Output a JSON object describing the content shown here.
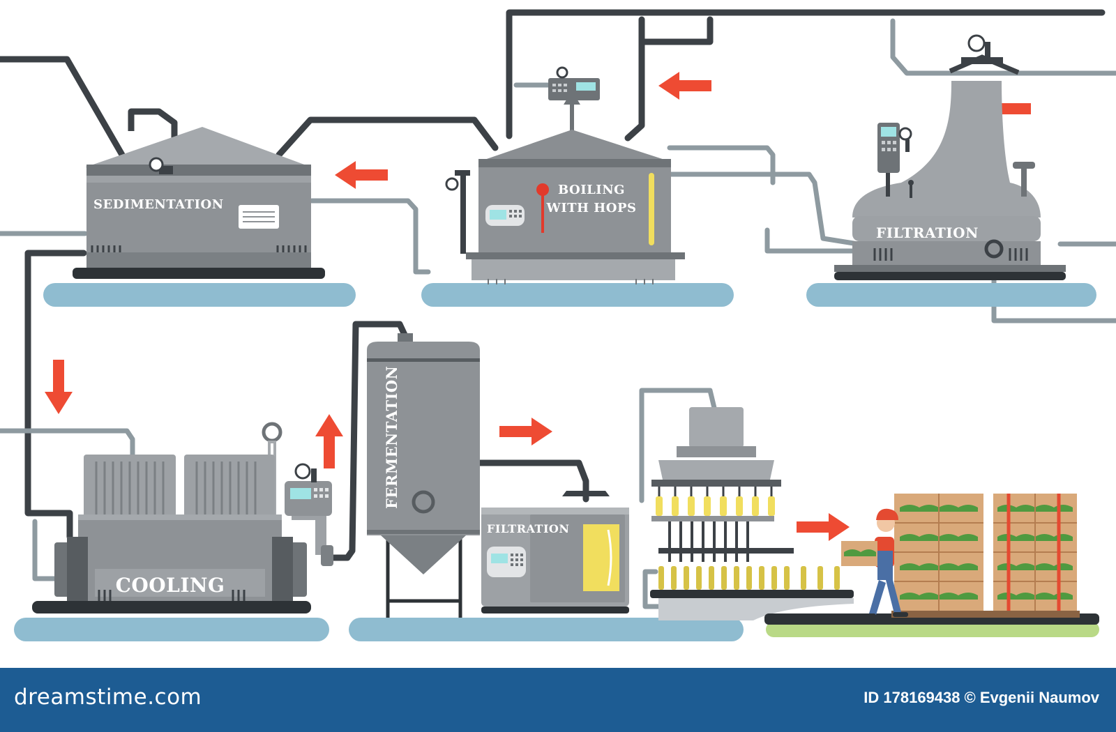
{
  "stages": {
    "sedimentation": "SEDIMENTATION",
    "boiling_line1": "BOILING",
    "boiling_line2": "WITH HOPS",
    "filtration_top": "FILTRATION",
    "cooling": "COOLING",
    "fermentation": "FERMENTATION",
    "filtration_bottom": "FILTRATION"
  },
  "footer": {
    "site": "dreamstime.com",
    "image_id": "ID 178169438",
    "credit": "© Evgenii Naumov"
  },
  "colors": {
    "machine_gray": "#8e9296",
    "arrow_red": "#ee4b33",
    "floor_blue": "#8fbcd0",
    "pipe_dark": "#3c4146",
    "pipe_light": "#8e9aa0",
    "footer_blue": "#1d5c93",
    "beer_yellow": "#f1de5e",
    "crate_tan": "#d9a97a"
  }
}
